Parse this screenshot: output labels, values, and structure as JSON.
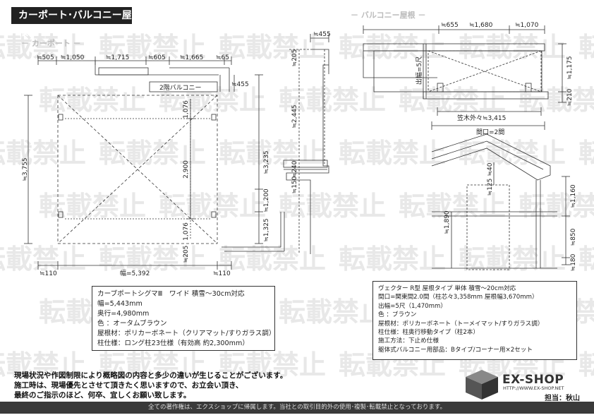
{
  "header": {
    "title": "カーポート･バルコニー屋根"
  },
  "watermark": {
    "text": "転載禁止"
  },
  "carport": {
    "section_label": "－ カーポート －",
    "top_dims": [
      "≒505",
      "≒1,050",
      "≒1,715",
      "≒605",
      "≒1,665",
      "≒65"
    ],
    "right_dim_455": "≒455",
    "balcony_label": "2階バルコニー",
    "left_height": "≒3,755",
    "right_height": "≒3,235",
    "inner_dims": [
      "1,076",
      "2,900",
      "1,076"
    ],
    "lower_dims": [
      "≒1,200",
      "≒1,325",
      "≒205"
    ],
    "bottom_dims": [
      "≒110",
      "幅=5,392",
      "≒110"
    ]
  },
  "side_view": {
    "top_dim": "≒455",
    "dims": [
      "≒205",
      "≒2,445",
      "≒240",
      "≒150"
    ]
  },
  "balcony": {
    "section_label": "－ バルコニー屋根 －",
    "top_dims": [
      "≒655",
      "≒1,680",
      "≒1,070"
    ],
    "depth_label": "出幅=5尺",
    "right_dims": [
      "≒1,175",
      "≒210"
    ],
    "width_label": "笠木外々≒3,415",
    "span_label": "間口=2間",
    "side_dims": [
      "≒40",
      "≒125",
      "≒1,160",
      "≒1,890",
      "≒850",
      "≒180"
    ]
  },
  "spec_left": {
    "lines": [
      "カーブポートシグマⅢ　ワイド 積雪～30cm対応",
      "幅=5,443mm",
      "奥行=4,980mm",
      "色 ：オータムブラウン",
      "屋根材：ポリカーボネート（クリアマット/すりガラス調）",
      "柱仕様：ロング柱23仕様（有効高 約2,300mm）"
    ]
  },
  "spec_right": {
    "lines": [
      "ヴェクター R型 屋根タイプ 単体 積雪～20cm対応",
      "間口=関東間2.0間（柱芯々3,358mm 屋根幅3,670mm）",
      "出幅=5尺（1,470mm）",
      "色 ：ブラウン",
      "屋根材：ポリカーボネート（トーメイマット/すりガラス調）",
      "柱仕様：柱奥行移動タイプ（柱2本）",
      "施工方法：下止め仕様",
      "躯体式バルコニー用部品：Bタイプ/コーナー用×2セット"
    ]
  },
  "notice": {
    "lines": [
      "現場状況や作図制限により概略図の内容と多少の違いが生じることがございます。",
      "施工時は、現場優先とさせて頂きたく思いますので、お立会い頂き、",
      "最終のご指示のほど、何卒、宜しくお願い致します。"
    ]
  },
  "logo": {
    "name": "EX-SHOP",
    "url": "HTTP://WWW.EX-SHOP.NET"
  },
  "manager": "担当：秋山",
  "footer": "全ての著作権は、エクスショップに帰属します。当社との取引目的外の使用･複製･転載禁止となっております。"
}
